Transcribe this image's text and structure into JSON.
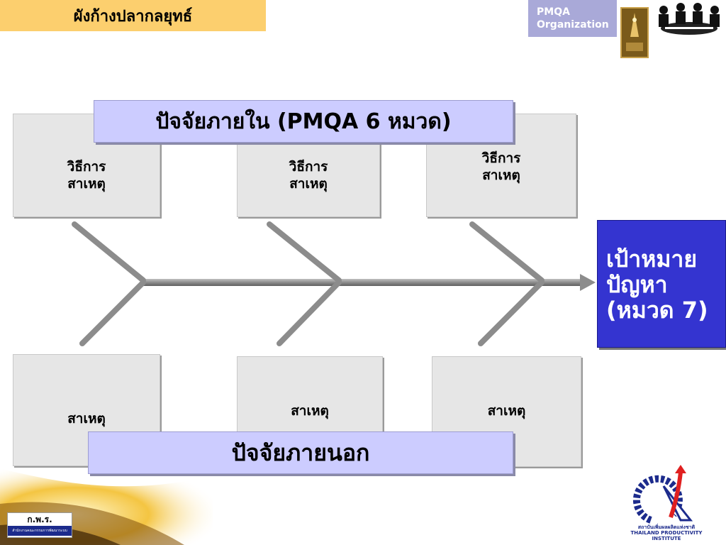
{
  "header": {
    "title": "ผังก้างปลากลยุทธ์",
    "pmqa_line1": "PMQA",
    "pmqa_line2": "Organization"
  },
  "banners": {
    "internal": "ปัจจัยภายใน (PMQA 6 หมวด)",
    "external": "ปัจจัยภายนอก"
  },
  "top_causes": [
    {
      "line1": "วิธีการ",
      "line2": "สาเหตุ"
    },
    {
      "line1": "วิธีการ",
      "line2": "สาเหตุ"
    },
    {
      "line1": "วิธีการ",
      "line2": "สาเหตุ"
    }
  ],
  "bottom_causes": [
    {
      "label": "สาเหตุ"
    },
    {
      "label": "สาเหตุ"
    },
    {
      "label": "สาเหตุ"
    }
  ],
  "goal": {
    "line1": "เป้าหมาย",
    "line2": "ปัญหา",
    "line3": "(หมวด 7)"
  },
  "footer": {
    "kpr_label": "ก.พ.ร.",
    "kpr_sub": "สำนักงานคณะกรรมการพัฒนาระบบราชการ",
    "ftpi_th": "สถาบันเพิ่มผลผลิตแห่งชาติ",
    "ftpi_en": "THAILAND PRODUCTIVITY INSTITUTE"
  },
  "colors": {
    "title_bg": "#fccf6e",
    "banner_bg": "#ccccff",
    "goal_bg": "#3434d0",
    "box_bg": "#e6e6e6",
    "bone": "#8c8c8c"
  }
}
